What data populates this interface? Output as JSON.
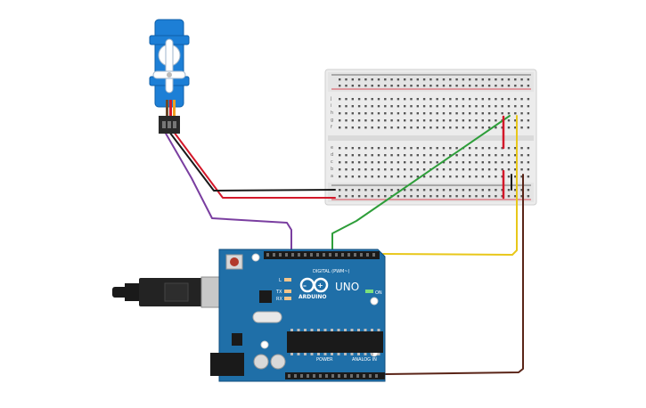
{
  "arduino": {
    "brand": "ARDUINO",
    "model": "UNO",
    "digital_label": "DIGITAL (PWM~)",
    "power_label": "POWER",
    "analog_label": "ANALOG IN",
    "on_label": "ON",
    "l_label": "L",
    "tx_label": "TX",
    "rx_label": "RX",
    "board_color": "#1f6fa8"
  },
  "breadboard": {
    "row_letters_top": [
      "j",
      "i",
      "h",
      "g",
      "f"
    ],
    "row_letters_bottom": [
      "e",
      "d",
      "c",
      "b",
      "a"
    ]
  },
  "wires": {
    "signal_color": "#7a3ea0",
    "power_color": "#d3182a",
    "ground_color": "#1a1a1a",
    "green_color": "#2e9e3a",
    "yellow_color": "#e8c71a",
    "brown_color": "#5a2417"
  }
}
